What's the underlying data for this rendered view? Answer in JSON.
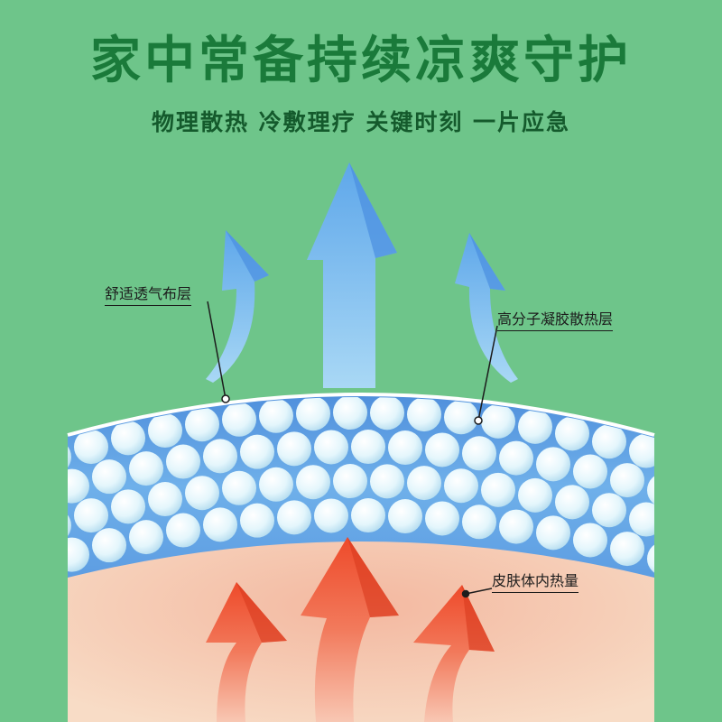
{
  "headline": "家中常备持续凉爽守护",
  "subline": "物理散热  冷敷理疗  关键时刻  一片应急",
  "labels": {
    "fabric_layer": "舒适透气布层",
    "gel_layer": "高分子凝胶散热层",
    "skin_heat": "皮肤体内热量"
  },
  "colors": {
    "background": "#6ec58a",
    "headline": "#1a7a3a",
    "subline": "#145a2c",
    "gel_band": "#5f9fe0",
    "gel_bead": "#dff4fb",
    "skin": "#f6d3bd",
    "cool_arrow": "#7cc2f0",
    "heat_arrow": "#f25a3a"
  }
}
